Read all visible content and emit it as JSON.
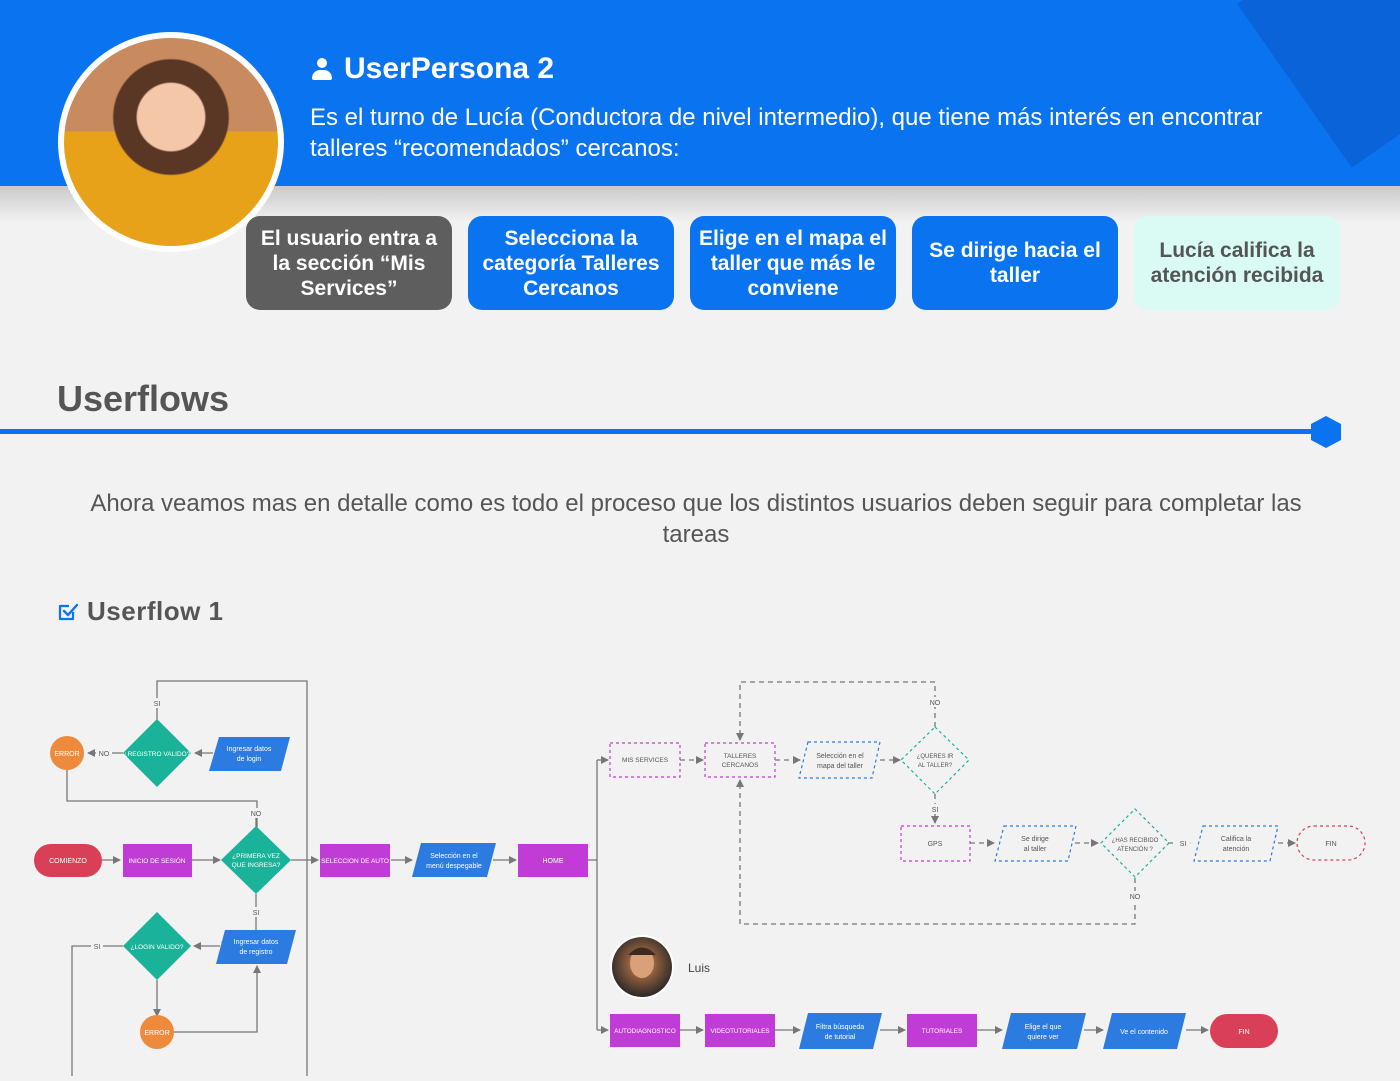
{
  "persona": {
    "title": "UserPersona 2",
    "description": "Es el turno de Lucía (Conductora de nivel intermedio), que tiene más interés en encontrar talleres “recomendados” cercanos:"
  },
  "steps": [
    "El usuario entra a la sección “Mis Services”",
    "Selecciona la categoría Talleres Cercanos",
    "Elige en el mapa el taller que más le conviene",
    "Se dirige hacia el taller",
    "Lucía califica la atención recibida"
  ],
  "section": {
    "title": "Userflows",
    "intro": "Ahora veamos mas en detalle como es todo el proceso que los distintos usuarios deben seguir para completar las tareas"
  },
  "userflow1": {
    "title": "Userflow 1",
    "nodes": {
      "error1": "ERROR",
      "registro_valido": "¿REGISTRO VALIDO?",
      "ingresar_login": [
        "Ingresar datos",
        "de login"
      ],
      "comienzo": "COMIENZO",
      "inicio_sesion": "INICIO DE SESIÓN",
      "primera_vez": [
        "¿PRIMERA VEZ",
        "QUE INGRESA?"
      ],
      "seleccion_auto": "SELECCION DE AUTO",
      "seleccion_menu": [
        "Selección en el",
        "menú despegable"
      ],
      "home": "HOME",
      "login_valido": "¿LOGIN VALIDO?",
      "ingresar_registro": [
        "Ingresar datos",
        "de registro"
      ],
      "error2": "ERROR",
      "mis_services": "MIS SERVICES",
      "talleres_cercanos": [
        "TALLERES",
        "CERCANOS"
      ],
      "seleccion_mapa": [
        "Selección en el",
        "mapa del taller"
      ],
      "queres_ir": [
        "¿QUERES IR",
        "AL TALLER?"
      ],
      "gps": "GPS",
      "se_dirige": [
        "Se dirige",
        "al taller"
      ],
      "has_recibido": [
        "¿HAS RECIBIDO",
        "ATENCIÓN ?"
      ],
      "califica": [
        "Califica la",
        "atención"
      ],
      "fin1": "FIN",
      "autodiagnostico": "AUTODIAGNOSTICO",
      "videotutoriales": "VIDEOTUTORIALES",
      "filtra": [
        "Filtra búsqueda",
        "de tutorial"
      ],
      "tutoriales": "TUTORIALES",
      "elige": [
        "Elige el que",
        "quiere ver"
      ],
      "ve_contenido": "Ve el contenido",
      "fin2": "FIN"
    },
    "edge_labels": {
      "si": "SI",
      "no": "NO"
    },
    "luis_name": "Luis"
  },
  "colors": {
    "blue": "#0a74f0",
    "teal": "#1ab39a",
    "magenta": "#c13bd6",
    "red": "#d94057",
    "orange": "#ee8a3b",
    "param_blue": "#2b7be0"
  }
}
